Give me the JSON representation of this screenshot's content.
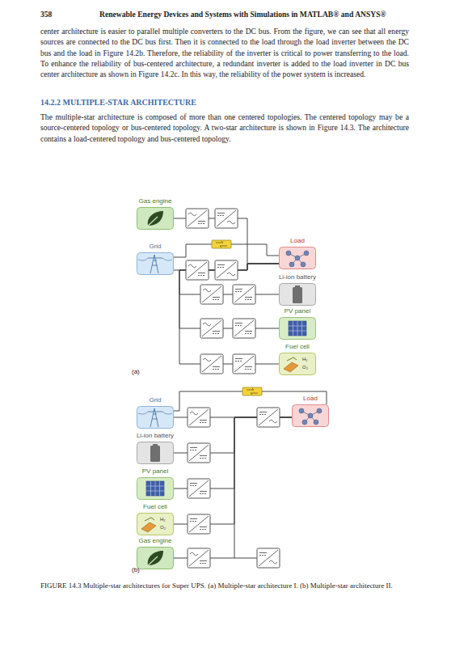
{
  "diagram": {
    "title": "14.2.2 MULTIPLE-STAR ARCHITECTURE",
    "caption": "FIGURE 14.3 Multiple-star architectures for Super UPS. (a) Multiple-star architecture I. (b) Multiple-star architecture II.",
    "nodes": [
      {
        "text": [
          "Gas engine"
        ]
      },
      {
        "text": [
          "Grid"
        ]
      },
      {
        "text": [
          "Load"
        ]
      },
      {
        "text": [
          "Li-ion battery"
        ]
      },
      {
        "text": [
          "PV panel"
        ]
      },
      {
        "text": [
          "Fuel cell"
        ]
      },
      {
        "text": [
          "Grid"
        ]
      },
      {
        "text": [
          "Load"
        ]
      },
      {
        "text": [
          "Li-ion battery"
        ]
      },
      {
        "text": [
          "PV panel"
        ]
      },
      {
        "text": [
          "Fuel cell"
        ]
      },
      {
        "text": [
          "Gas engine"
        ]
      }
    ],
    "edges": [
      {
        "from": 0,
        "to": 2,
        "arrow": "none"
      },
      {
        "from": 1,
        "to": 2,
        "arrow": "none"
      },
      {
        "from": 1,
        "to": 2,
        "arrow": "none"
      },
      {
        "from": 3,
        "to": 2,
        "arrow": "none"
      },
      {
        "from": 4,
        "to": 2,
        "arrow": "none"
      },
      {
        "from": 5,
        "to": 2,
        "arrow": "none"
      },
      {
        "from": 6,
        "to": 7,
        "arrow": "none"
      },
      {
        "from": 6,
        "to": 7,
        "arrow": "none"
      },
      {
        "from": 8,
        "to": 7,
        "arrow": "none"
      },
      {
        "from": 9,
        "to": 7,
        "arrow": "none"
      },
      {
        "from": 10,
        "to": 7,
        "arrow": "none"
      },
      {
        "from": 11,
        "to": 7,
        "arrow": "none"
      }
    ],
    "labels": [
      "358",
      "Renewable Energy Devices and Systems with Simulations in MATLAB® and ANSYS®",
      "center architecture is easier to parallel multiple converters to the DC bus. From the figure, we can see that all energy sources are connected to the DC bus first. Then it is connected to the load through the load inverter between the DC bus and the load in Figure 14.2b. Therefore, the reliability of the inverter is critical to power transferring to the load. To enhance the reliability of bus-centered architecture, a redundant inverter is added to the load inverter in DC bus center architecture as shown in Figure 14.2c. In this way, the reliability of the power system is increased.",
      "The multiple-star architecture is composed of more than one centered topologies. The centered topology may be a source-centered topology or bus-centered topology. A two-star architecture is shown in Figure 14.3. The architecture contains a load-centered topology and bus-centered topology.",
      "(a)",
      "H₂",
      "O₂",
      "(b)",
      "H₂",
      "O₂"
    ]
  }
}
